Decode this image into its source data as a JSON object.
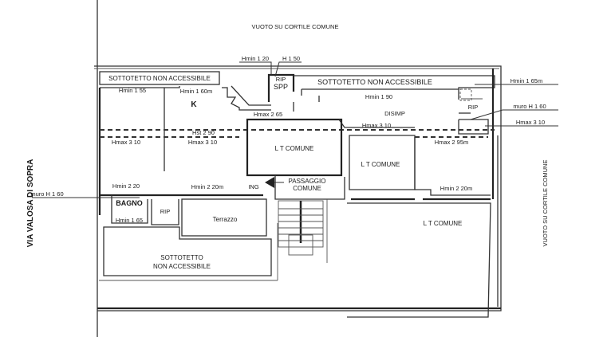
{
  "outside": {
    "top": "VUOTO SU CORTILE COMUNE",
    "left_street": "VIA VALOSA DI SOPRA",
    "right": "VUOTO SU CORTILE COMUNE"
  },
  "rooms": {
    "attic_top_left": "SOTTOTETTO NON ACCESSIBILE",
    "attic_top_right": "SOTTOTETTO NON ACCESSIBILE",
    "attic_bottom_line1": "SOTTOTETTO",
    "attic_bottom_line2": "NON ACCESSIBILE",
    "kitchen": "K",
    "rip_spp_top": "RIP",
    "spp": "SPP",
    "disimp": "DISIMP",
    "rip_right": "RIP",
    "lt_comune_center": "L T  COMUNE",
    "lt_comune_mid": "L T  COMUNE",
    "lt_comune_bottom": "L T  COMUNE",
    "passaggio_line1": "PASSAGGIO",
    "passaggio_line2": "COMUNE",
    "ing": "ING",
    "bagno": "BAGNO",
    "rip_left": "RIP",
    "terrazzo": "Terrazzo"
  },
  "heights": {
    "hmin_120": "Hmin 1 20",
    "h_150": "H 1 50",
    "hmin_155": "Hmin 1 55",
    "hmin_160m": "Hmin 1 60m",
    "hmin_190": "Hmin 1 90",
    "hmin_165m": "Hmin 1 65m",
    "muro_h160_right": "muro H 1 60",
    "hmax_310_right": "Hmax 3 10",
    "hmax_265": "Hmax 2 65",
    "hmax_310_mid": "Hmax 3 10",
    "hst_290": "Hst 2 90",
    "hmax_310_left": "Hmax 3 10",
    "hmax_310_k": "Hmax 3 10",
    "hmax_295m": "Hmax 2 95m",
    "hmin_220_left": "Hmin 2 20",
    "hmin_220m_mid": "Hmin 2 20m",
    "hmin_220m_right": "Hmin 2 20m",
    "muro_h160_left": "muro H 1 60",
    "hmin_165_bagno": "Hmin 1 65"
  }
}
